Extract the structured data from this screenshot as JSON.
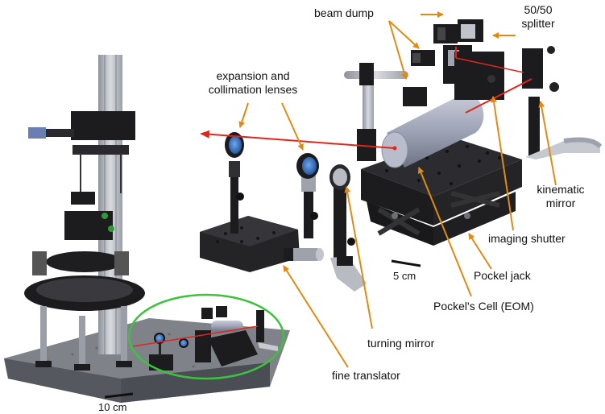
{
  "labels": {
    "beam_dump": "beam dump",
    "splitter_line1": "50/50",
    "splitter_line2": "splitter",
    "lenses_line1": "expansion and",
    "lenses_line2": "collimation lenses",
    "kinematic_line1": "kinematic",
    "kinematic_line2": "mirror",
    "imaging_shutter": "imaging shutter",
    "pockel_jack": "Pockel jack",
    "pockels_cell": "Pockel's Cell (EOM)",
    "turning_mirror": "turning mirror",
    "fine_translator": "fine translator",
    "scale_5cm": "5 cm",
    "scale_10cm": "10 cm"
  },
  "colors": {
    "annotation_arrow": "#e08a12",
    "laser_beam": "#e0261b",
    "highlight_circle": "#3cc23c",
    "hardware_black": "#1c1c1e",
    "aluminum": "#b8bcc4",
    "optic_blue": "#2f72c4"
  }
}
